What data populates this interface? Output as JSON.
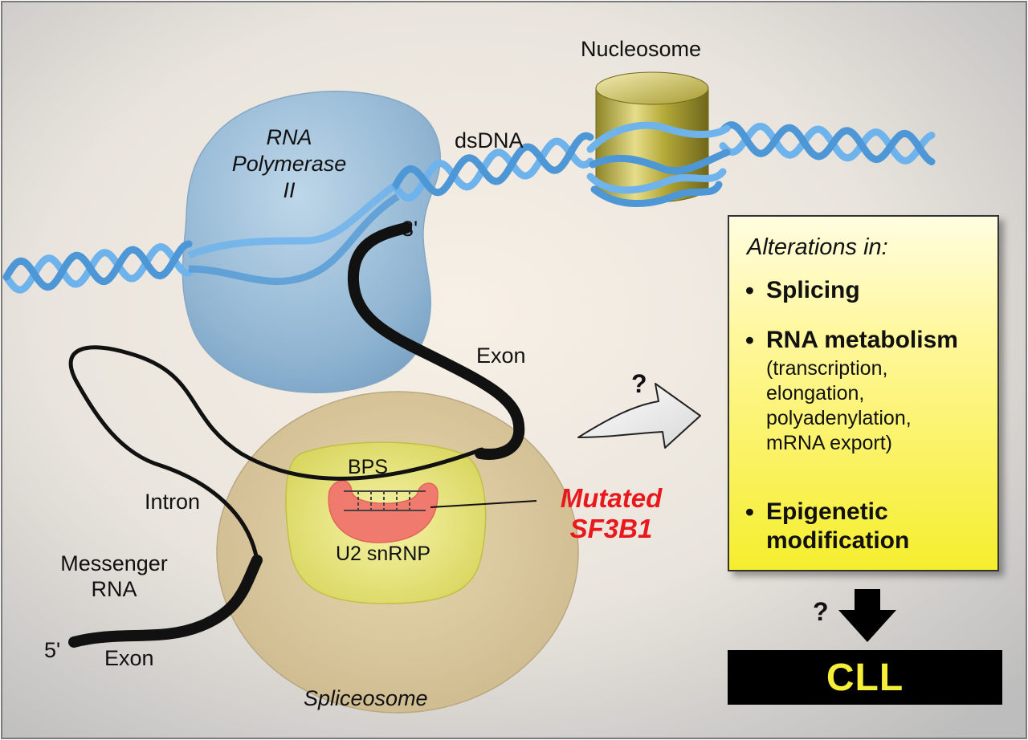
{
  "labels": {
    "nucleosome": "Nucleosome",
    "dsdna": "dsDNA",
    "rna_pol_line1": "RNA",
    "rna_pol_line2": "Polymerase",
    "rna_pol_line3": "II",
    "three_prime": "3'",
    "five_prime": "5'",
    "exon_top": "Exon",
    "exon_bottom": "Exon",
    "intron": "Intron",
    "mrna_line1": "Messenger",
    "mrna_line2": "RNA",
    "bps": "BPS",
    "u2": "U2 snRNP",
    "spliceosome": "Spliceosome",
    "mutated_line1": "Mutated",
    "mutated_line2": "SF3B1",
    "question_1": "?",
    "question_2": "?"
  },
  "alterations": {
    "title": "Alterations in:",
    "items": [
      {
        "bullet": "•",
        "label": "Splicing"
      },
      {
        "bullet": "•",
        "label": "RNA metabolism",
        "sub": [
          "(transcription,",
          "elongation,",
          "polyadenylation,",
          "mRNA export)"
        ]
      },
      {
        "bullet": "•",
        "label_lines": [
          "Epigenetic",
          "modification"
        ]
      }
    ]
  },
  "outcome": {
    "label": "CLL"
  },
  "colors": {
    "background_center": "#f6efe6",
    "background_edge": "#b9b9b9",
    "polymerase": "#8fb5d4",
    "dna_strand": "#6eb3ec",
    "nucleosome": "#c2b640",
    "spliceosome": "#d9c69a",
    "u2_snrnp": "#ecea80",
    "sf3b1_protein": "#f07a6e",
    "mutation_text": "#e8181c",
    "box_fill": "#fff79a",
    "cll_text": "#f5ef3a"
  }
}
